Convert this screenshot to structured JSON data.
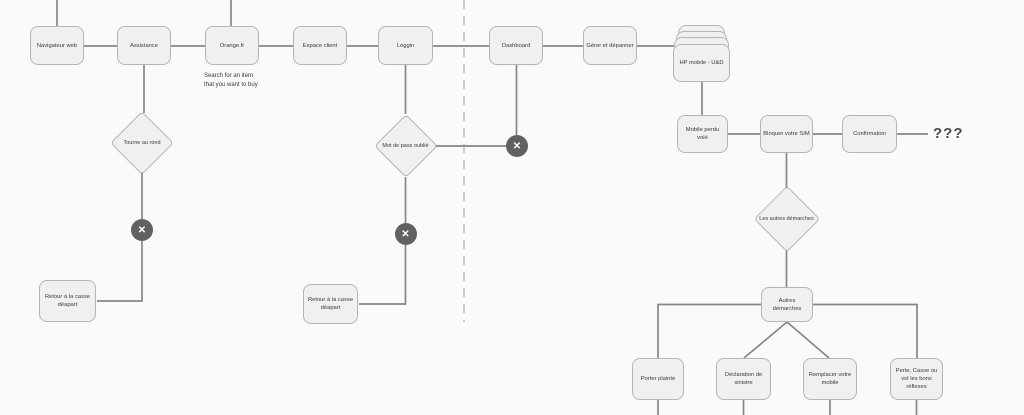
{
  "nodes": {
    "navigateur_web": {
      "label": "Navigateur web"
    },
    "assistance": {
      "label": "Assistance"
    },
    "orange_fr": {
      "label": "Orange.fr"
    },
    "espace_client": {
      "label": "Espace client"
    },
    "loggin": {
      "label": "Loggin"
    },
    "dashboard": {
      "label": "Dashboard"
    },
    "gerer_et_depanner": {
      "label": "Gérer et dépanner"
    },
    "hp_mobile": {
      "label": "HP mobile - U&D"
    },
    "mobile_perdu_vole": {
      "label": "Mobile perdu volé"
    },
    "bloquer_votre_sim": {
      "label": "Bloquer votre SIM"
    },
    "confirmation": {
      "label": "Confirmation"
    },
    "tourne_au_rond": {
      "label": "Tourne au rond"
    },
    "mot_de_pass_oublie": {
      "label": "Mot de pass oublié"
    },
    "les_autres_demarches": {
      "label": "Les autres démarches"
    },
    "autres_demarches": {
      "label": "Autres démarches"
    },
    "retour_casse_depart_1": {
      "label": "Retour à la casse déapart"
    },
    "retour_casse_depart_2": {
      "label": "Retour à la casse déapart"
    },
    "porter_plainte": {
      "label": "Porter plainte"
    },
    "declaration_de_sinistre": {
      "label": "Déclaration de sinistre"
    },
    "remplacer_votre_mobile": {
      "label": "Remplacer votre mobile"
    },
    "perte_casse_ou_vol": {
      "label": "Perte, Casse ou vol les bons réflexes"
    }
  },
  "annotations": {
    "search_note": "Search for an item that you want to buy",
    "unknown_outcome": "???"
  },
  "icons": {
    "close_glyph": "✕"
  },
  "colors": {
    "canvas_bg": "#fafaf8",
    "node_fill": "#f0f0ee",
    "node_border": "#b5b5b3",
    "connector": "#868686",
    "divider_dashed": "#cdcdcd",
    "close_badge": "#616161",
    "text": "#3a3a3a"
  }
}
